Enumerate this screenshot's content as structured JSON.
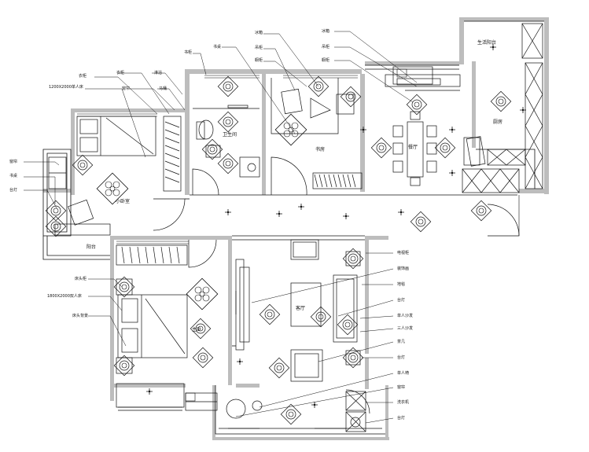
{
  "left_labels": {
    "wardrobe_top": "衣柜",
    "bed_size_top": "1200X2000单人床",
    "curtain_1": "窗帘",
    "desk_l": "书桌",
    "bedside_l": "台灯",
    "bedside_2": "床头柜",
    "bed_size_mid": "1800X2000双人床",
    "bedding": "床头背景"
  },
  "top_labels": {
    "t1": "衣柜",
    "t2": "窗帘",
    "t3": "淋浴",
    "t4": "马桶",
    "t5": "书柜",
    "t6": "书桌",
    "t7": "冰箱",
    "t8": "吊柜",
    "t9": "橱柜"
  },
  "right_labels": {
    "r1": "电视柜",
    "r2": "装饰画",
    "r3": "地毯",
    "r4": "台灯",
    "r5": "单人沙发",
    "r6": "三人沙发",
    "r7": "茶几",
    "r8": "台灯",
    "r9": "单人椅",
    "r10": "窗帘",
    "r11": "洗衣机"
  },
  "room_names": {
    "kitchen_note": "生活阳台",
    "kitchen": "厨房",
    "dining": "餐厅",
    "study": "书房",
    "bath": "卫生间",
    "kid_room": "小卧室",
    "master": "主卧",
    "living": "客厅",
    "balcony_small": "阳台"
  },
  "colors": {
    "line": "#111111",
    "wall_fill": "#bdbdbd",
    "paper": "#ffffff"
  }
}
